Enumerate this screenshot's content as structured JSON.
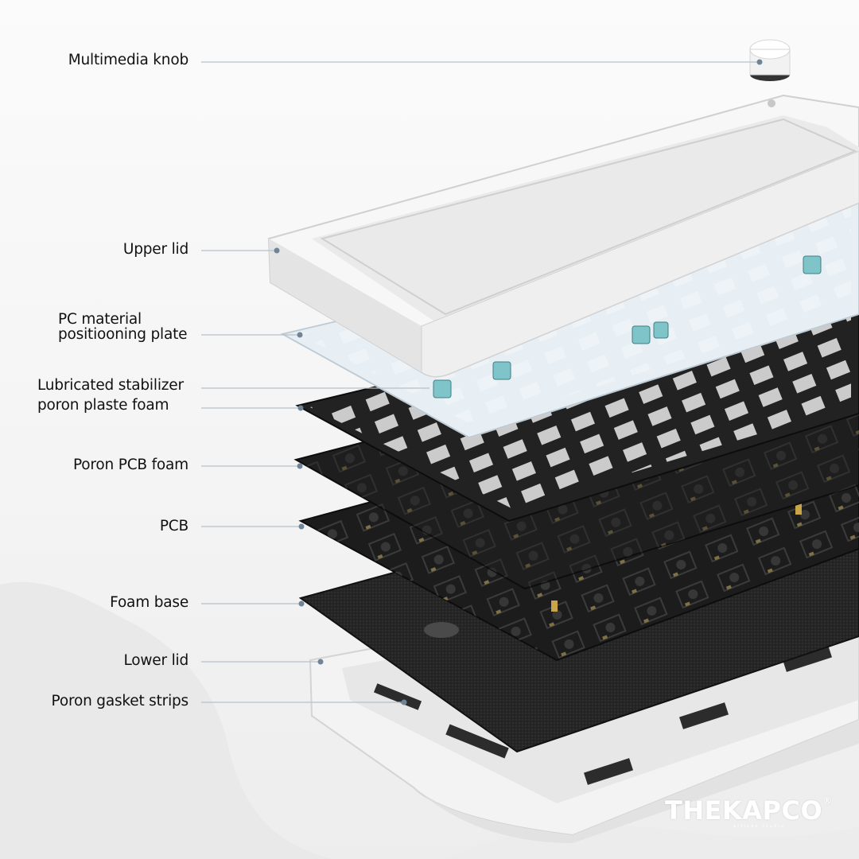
{
  "labels": [
    {
      "text": "Multimedia knob"
    },
    {
      "text": "Upper lid"
    },
    {
      "lines": [
        "PC material",
        "positiooning plate"
      ]
    },
    {
      "lines": [
        "Lubricated stabilizer",
        "poron plaste foam"
      ]
    },
    {
      "text": "Poron PCB foam"
    },
    {
      "text": "PCB"
    },
    {
      "text": "Foam base"
    },
    {
      "text": "Lower lid"
    },
    {
      "text": "Poron gasket strips"
    }
  ],
  "brand": {
    "name": "THEKAPCO",
    "reg": "®",
    "tagline": "artisan studio"
  },
  "colors": {
    "leader_line": "#b7c0c8",
    "leader_dot": "#6f8597",
    "lid_white": "#f4f4f4",
    "plate_pc": "#e6eef4",
    "foam_black": "#222222",
    "pcb_black": "#1c1c1c",
    "stabilizer_teal": "#7fc4c8",
    "brass": "#c9a54a"
  }
}
